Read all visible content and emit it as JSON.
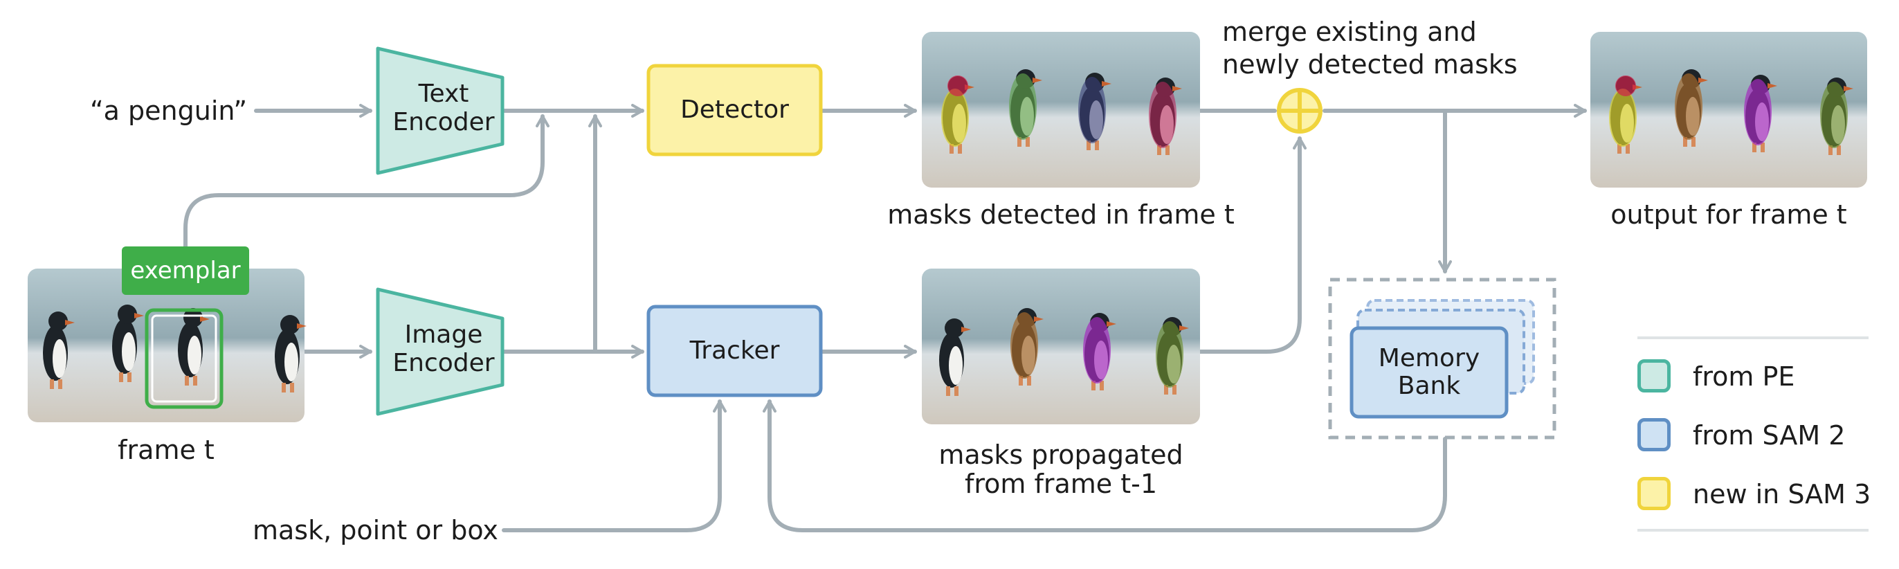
{
  "inputs": {
    "text_prompt": "“a penguin”",
    "frame_label": "frame t",
    "exemplar_badge": "exemplar",
    "prompt_input": "mask, point or box"
  },
  "modules": {
    "text_encoder": {
      "line1": "Text",
      "line2": "Encoder"
    },
    "image_encoder": {
      "line1": "Image",
      "line2": "Encoder"
    },
    "detector": "Detector",
    "tracker": "Tracker",
    "memory_bank": {
      "line1": "Memory",
      "line2": "Bank"
    }
  },
  "outputs": {
    "detected_caption": "masks detected in frame t",
    "propagated_caption_line1": "masks propagated",
    "propagated_caption_line2": "from frame t-1",
    "merge_caption_line1": "merge existing and",
    "merge_caption_line2": "newly detected masks",
    "final_caption": "output for frame t"
  },
  "legend": [
    {
      "label": "from PE",
      "fill": "#cdeae4",
      "stroke": "#4bb5a0"
    },
    {
      "label": "from SAM 2",
      "fill": "#cfe2f3",
      "stroke": "#5f8fc4"
    },
    {
      "label": "new in SAM 3",
      "fill": "#fcf2a8",
      "stroke": "#f0d43c"
    }
  ],
  "colors": {
    "arrow": "#a3aeb5",
    "pe_fill": "#cdeae4",
    "pe_stroke": "#4bb5a0",
    "sam2_fill": "#cfe2f3",
    "sam2_stroke": "#5f8fc4",
    "sam3_fill": "#fcf2a8",
    "sam3_stroke": "#f0d43c",
    "exemplar_green": "#3fae49"
  }
}
